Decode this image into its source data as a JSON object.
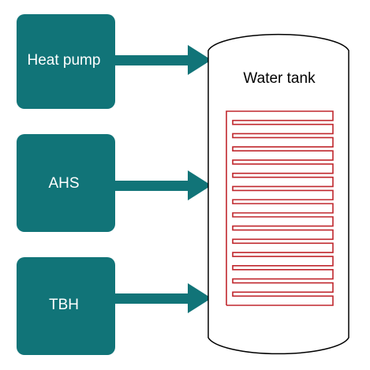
{
  "colors": {
    "box_fill": "#117478",
    "box_text": "#ffffff",
    "arrow": "#117478",
    "tank_outline": "#000000",
    "tank_fill": "#ffffff",
    "coil": "#c0272d",
    "label_text": "#000000"
  },
  "sources": [
    {
      "id": "heat-pump",
      "label": "Heat pump"
    },
    {
      "id": "ahs",
      "label": "AHS"
    },
    {
      "id": "tbh",
      "label": "TBH"
    }
  ],
  "tank": {
    "label": "Water tank"
  },
  "coil": {
    "rows": 15
  }
}
